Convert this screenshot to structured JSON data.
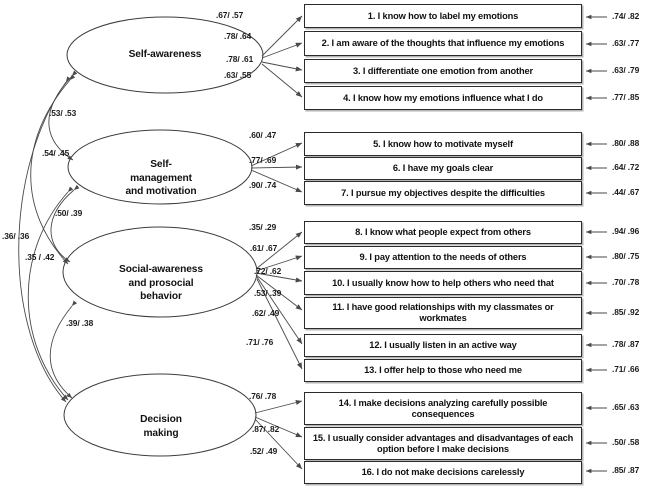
{
  "diagram": {
    "title": "Structural equation model of emotional and social competencies",
    "type": "path-diagram",
    "notation": "standardized estimates shown as sample1/ sample2"
  },
  "factors": [
    {
      "id": "self-awareness",
      "label": "Self-awareness"
    },
    {
      "id": "self-management",
      "label": "Self-\nmanagement\nand motivation"
    },
    {
      "id": "social-awareness",
      "label": "Social-awareness\nand prosocial\nbehavior"
    },
    {
      "id": "decision-making",
      "label": "Decision\nmaking"
    }
  ],
  "items": [
    {
      "n": 1,
      "text": "1. I know how to label my emotions",
      "loading": ".67/ .57",
      "error": ".74/ .82"
    },
    {
      "n": 2,
      "text": "2. I am aware of the thoughts that influence my emotions",
      "loading": ".78/ .64",
      "error": ".63/ .77"
    },
    {
      "n": 3,
      "text": "3. I differentiate one emotion from another",
      "loading": ".78/ .61",
      "error": ".63/ .79"
    },
    {
      "n": 4,
      "text": "4. I know how my emotions influence what I do",
      "loading": ".63/ .55",
      "error": ".77/ .85"
    },
    {
      "n": 5,
      "text": "5. I know how to motivate myself",
      "loading": ".60/ .47",
      "error": ".80/ .88"
    },
    {
      "n": 6,
      "text": "6. I have my goals clear",
      "loading": ".77/ .69",
      "error": ".64/ .72"
    },
    {
      "n": 7,
      "text": "7. I pursue my objectives despite the difficulties",
      "loading": ".90/ .74",
      "error": ".44/ .67"
    },
    {
      "n": 8,
      "text": "8. I know what people expect from others",
      "loading": ".35/ .29",
      "error": ".94/ .96"
    },
    {
      "n": 9,
      "text": "9. I pay attention to the needs of others",
      "loading": ".61/ .67",
      "error": ".80/ .75"
    },
    {
      "n": 10,
      "text": "10. I usually know how to help others who need that",
      "loading": ".72/ .62",
      "error": ".70/ .78"
    },
    {
      "n": 11,
      "text": "11. I have good relationships with my classmates or workmates",
      "loading": ".53/ .39",
      "error": ".85/ .92"
    },
    {
      "n": 12,
      "text": "12. I usually listen in an active way",
      "loading": ".62/ .49",
      "error": ".78/ .87"
    },
    {
      "n": 13,
      "text": "13. I offer help to those who need me",
      "loading": ".71/ .76",
      "error": ".71/ .66"
    },
    {
      "n": 14,
      "text": "14. I make decisions analyzing carefully possible consequences",
      "loading": ".76/ .78",
      "error": ".65/ .63"
    },
    {
      "n": 15,
      "text": "15. I usually consider advantages and disadvantages of each option before I make decisions",
      "loading": ".87/ .82",
      "error": ".50/ .58"
    },
    {
      "n": 16,
      "text": "16. I do not make decisions carelessly",
      "loading": ".52/ .49",
      "error": ".85/ .87"
    }
  ],
  "correlations": [
    {
      "id": "sa-sm",
      "value": ".53/ .53"
    },
    {
      "id": "sa-soc",
      "value": ".54/ .45"
    },
    {
      "id": "sm-soc",
      "value": ".50/ .39"
    },
    {
      "id": "sa-dm",
      "value": ".36/ .36"
    },
    {
      "id": "sm-dm",
      "value": ".35 / .42"
    },
    {
      "id": "soc-dm",
      "value": ".39/ .38"
    }
  ]
}
